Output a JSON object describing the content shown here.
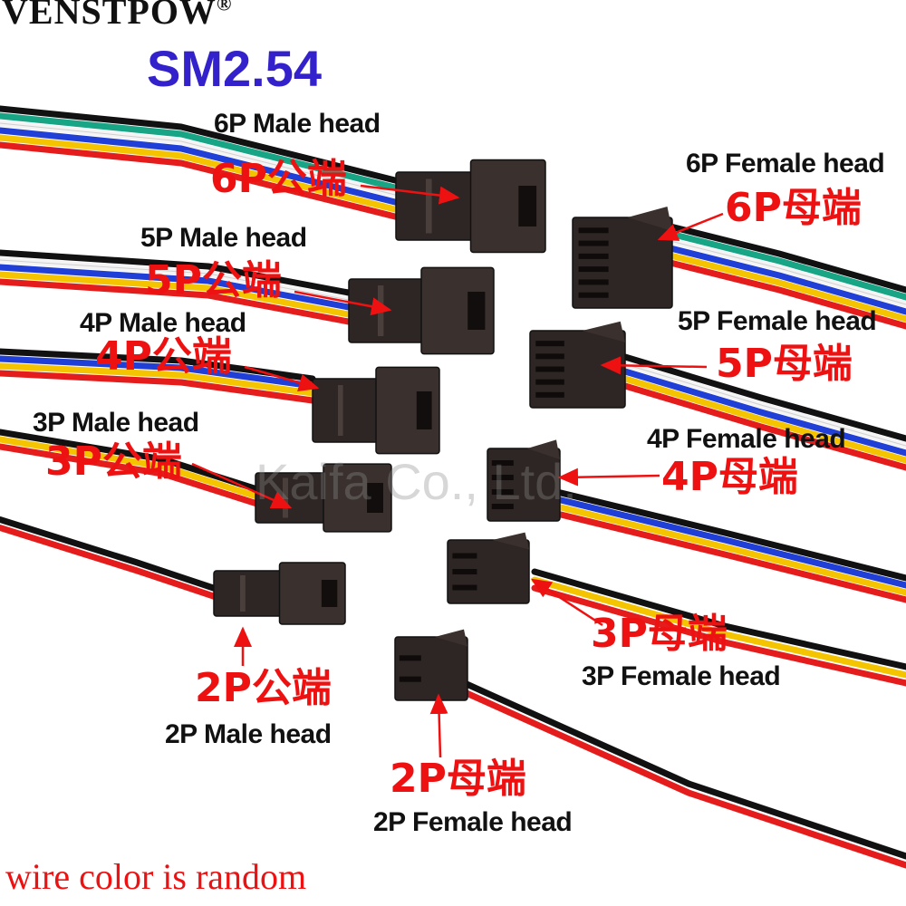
{
  "brand": "VENSTPOW",
  "brand_mark": "®",
  "product_title": "SM2.54",
  "watermark": "Kaifa Co., Ltd.",
  "note": "wire color is random",
  "wire_colors": {
    "red": "#e51c1c",
    "black": "#111111",
    "yellow": "#f5c400",
    "blue": "#1f3fd6",
    "white": "#f4f4f4",
    "green": "#17a585"
  },
  "connector_color": "#2e2624",
  "male": [
    {
      "pins": 6,
      "en": "6P Male head",
      "cn": "6P公端"
    },
    {
      "pins": 5,
      "en": "5P Male head",
      "cn": "5P公端"
    },
    {
      "pins": 4,
      "en": "4P Male head",
      "cn": "4P公端"
    },
    {
      "pins": 3,
      "en": "3P Male head",
      "cn": "3P公端"
    },
    {
      "pins": 2,
      "en": "2P Male head",
      "cn": "2P公端"
    }
  ],
  "female": [
    {
      "pins": 6,
      "en": "6P Female head",
      "cn": "6P母端"
    },
    {
      "pins": 5,
      "en": "5P Female head",
      "cn": "5P母端"
    },
    {
      "pins": 4,
      "en": "4P Female head",
      "cn": "4P母端"
    },
    {
      "pins": 3,
      "en": "3P Female head",
      "cn": "3P母端"
    },
    {
      "pins": 2,
      "en": "2P Female head",
      "cn": "2P母端"
    }
  ]
}
